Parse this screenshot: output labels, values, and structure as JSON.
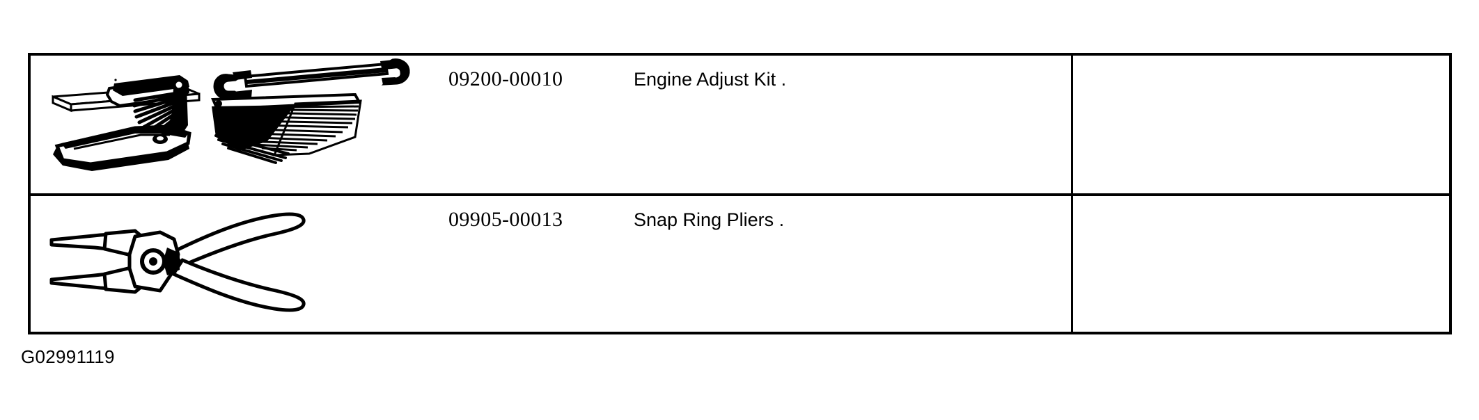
{
  "figure": {
    "caption": "G02991119"
  },
  "table": {
    "rows": [
      {
        "figure_name": "engine-adjust-kit-illustration",
        "figure_alt": "Engine adjust kit: flat gauge bar, feeler gauge set, open-end wrench, fanned feeler gauge blades and flat tool pouch",
        "part_number": "09200-00010",
        "description": "Engine Adjust Kit ."
      },
      {
        "figure_name": "snap-ring-pliers-illustration",
        "figure_alt": "Snap ring pliers line drawing",
        "part_number": "09905-00013",
        "description": "Snap Ring Pliers ."
      }
    ]
  },
  "colors": {
    "ink": "#000000",
    "paper": "#ffffff"
  }
}
